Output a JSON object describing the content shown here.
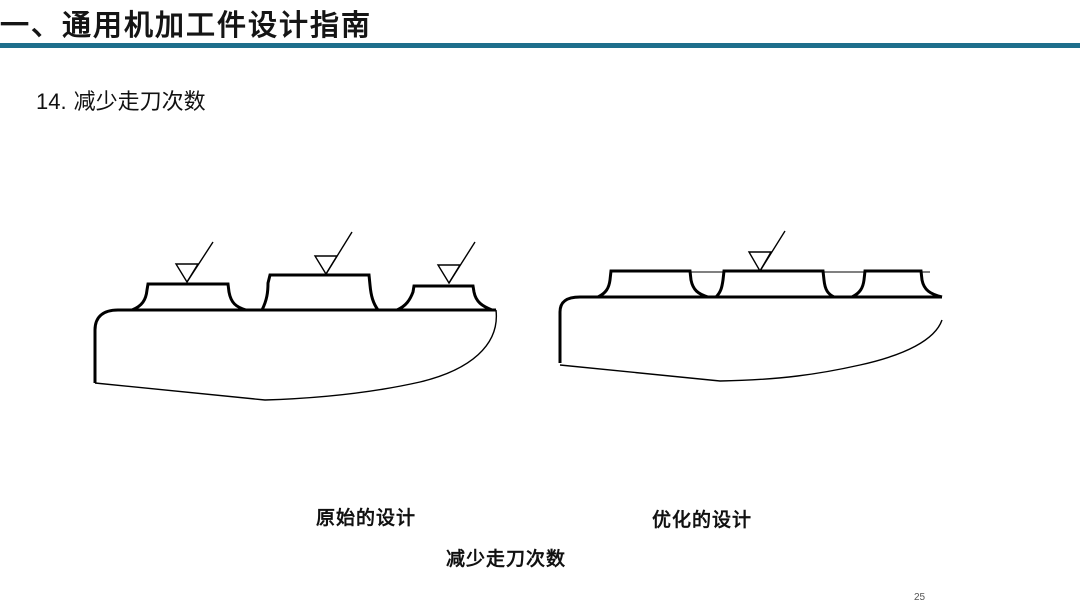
{
  "header": {
    "title": "一、通用机加工件设计指南"
  },
  "section": {
    "number": "14.",
    "title": "减少走刀次数"
  },
  "figures": {
    "left_caption": "原始的设计",
    "right_caption": "优化的设计",
    "bottom_caption": "减少走刀次数"
  },
  "footer": {
    "page_number": "25"
  },
  "colors": {
    "rule": "#1e6f8c",
    "line": "#000000"
  }
}
